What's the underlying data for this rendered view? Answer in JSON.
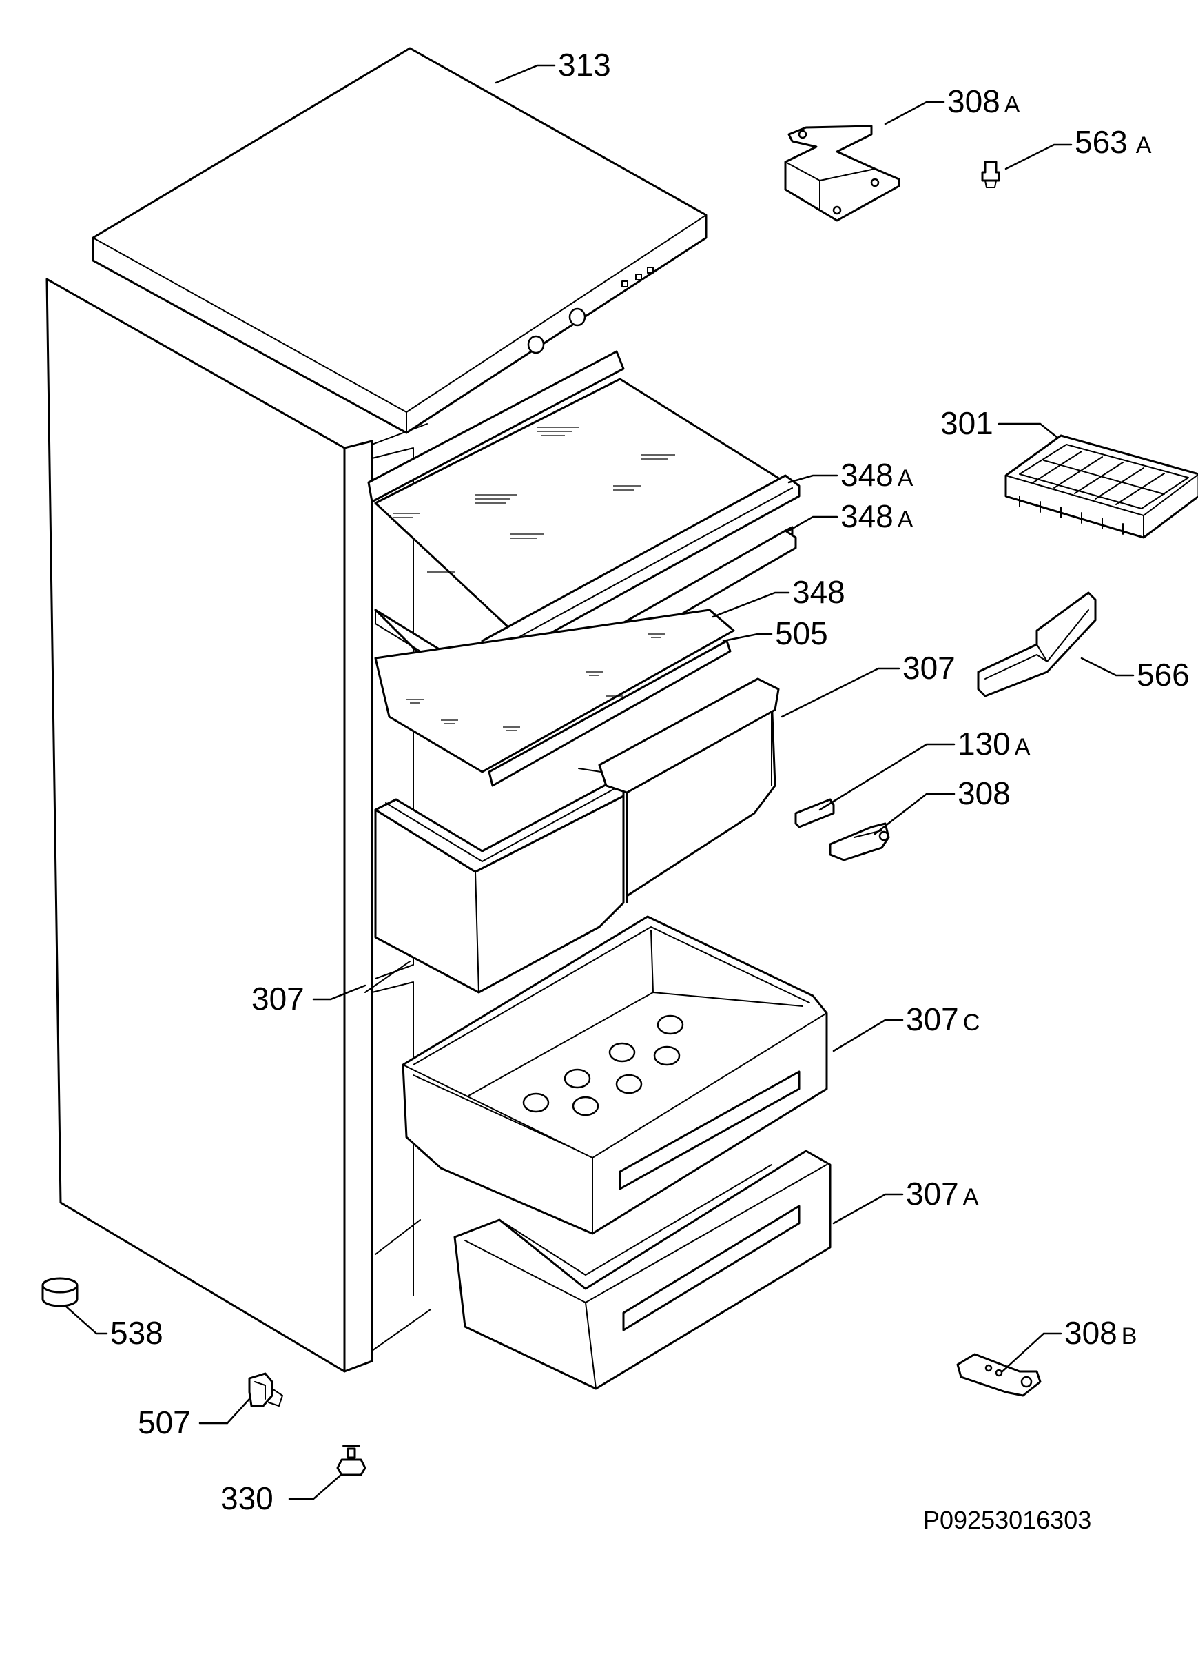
{
  "diagram": {
    "reference_code": "P09253016303",
    "callouts": [
      {
        "id": "c313",
        "number": "313",
        "suffix": ""
      },
      {
        "id": "c308a",
        "number": "308",
        "suffix": "A"
      },
      {
        "id": "c563a",
        "number": "563",
        "suffix": "A"
      },
      {
        "id": "c301",
        "number": "301",
        "suffix": ""
      },
      {
        "id": "c348a1",
        "number": "348",
        "suffix": "A"
      },
      {
        "id": "c348a2",
        "number": "348",
        "suffix": "A"
      },
      {
        "id": "c348",
        "number": "348",
        "suffix": ""
      },
      {
        "id": "c505",
        "number": "505",
        "suffix": ""
      },
      {
        "id": "c307t",
        "number": "307",
        "suffix": ""
      },
      {
        "id": "c566",
        "number": "566",
        "suffix": ""
      },
      {
        "id": "c130a",
        "number": "130",
        "suffix": "A"
      },
      {
        "id": "c308",
        "number": "308",
        "suffix": ""
      },
      {
        "id": "c307l",
        "number": "307",
        "suffix": ""
      },
      {
        "id": "c307c",
        "number": "307",
        "suffix": "C"
      },
      {
        "id": "c307a",
        "number": "307",
        "suffix": "A"
      },
      {
        "id": "c538",
        "number": "538",
        "suffix": ""
      },
      {
        "id": "c308b",
        "number": "308",
        "suffix": "B"
      },
      {
        "id": "c507",
        "number": "507",
        "suffix": ""
      },
      {
        "id": "c330",
        "number": "330",
        "suffix": ""
      }
    ]
  }
}
